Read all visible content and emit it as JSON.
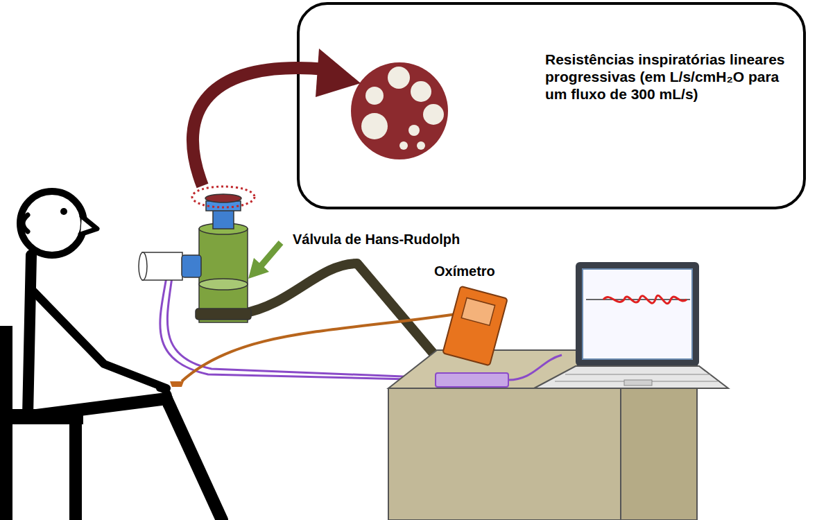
{
  "diagram": {
    "nodes": [
      {
        "text": [
          "Resistências inspiratórias lineares progressivas (em L/s/cmH₂O para um fluxo de 300 mL/s)"
        ]
      }
    ],
    "labels": [
      "Válvula de Hans-Rudolph",
      "Oxímetro"
    ]
  }
}
